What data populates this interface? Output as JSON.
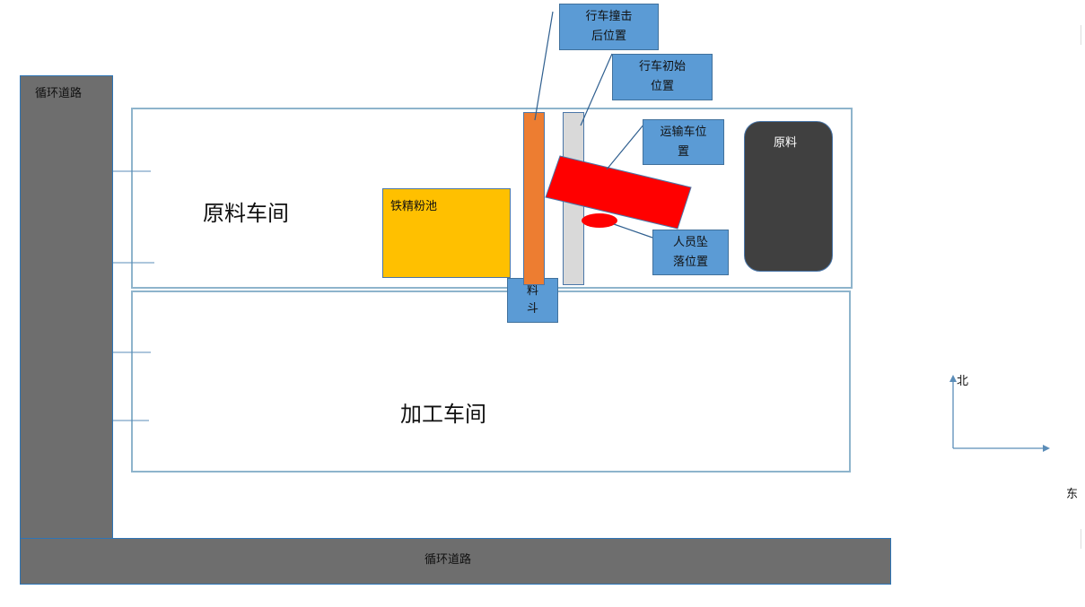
{
  "roads": {
    "vertical": "循环道路",
    "horizontal": "循环道路"
  },
  "workshops": {
    "raw": "原料车间",
    "process": "加工车间"
  },
  "objects": {
    "iron_pool": "铁精粉池",
    "raw_material": "原料",
    "hopper_line1": "料",
    "hopper_line2": "斗"
  },
  "callouts": {
    "crane_after_line1": "行车撞击",
    "crane_after_line2": "后位置",
    "crane_initial_line1": "行车初始",
    "crane_initial_line2": "位置",
    "truck_line1": "运输车位",
    "truck_line2": "置",
    "fall_line1": "人员坠",
    "fall_line2": "落位置"
  },
  "compass": {
    "north": "北",
    "east": "东"
  },
  "colors": {
    "road": "#6e6e6e",
    "callout": "#5b9bd5",
    "crane_after": "#ed7d31",
    "crane_initial": "#d9d9d9",
    "truck": "#ff0000",
    "pool": "#ffc000",
    "raw_material": "#404040"
  }
}
